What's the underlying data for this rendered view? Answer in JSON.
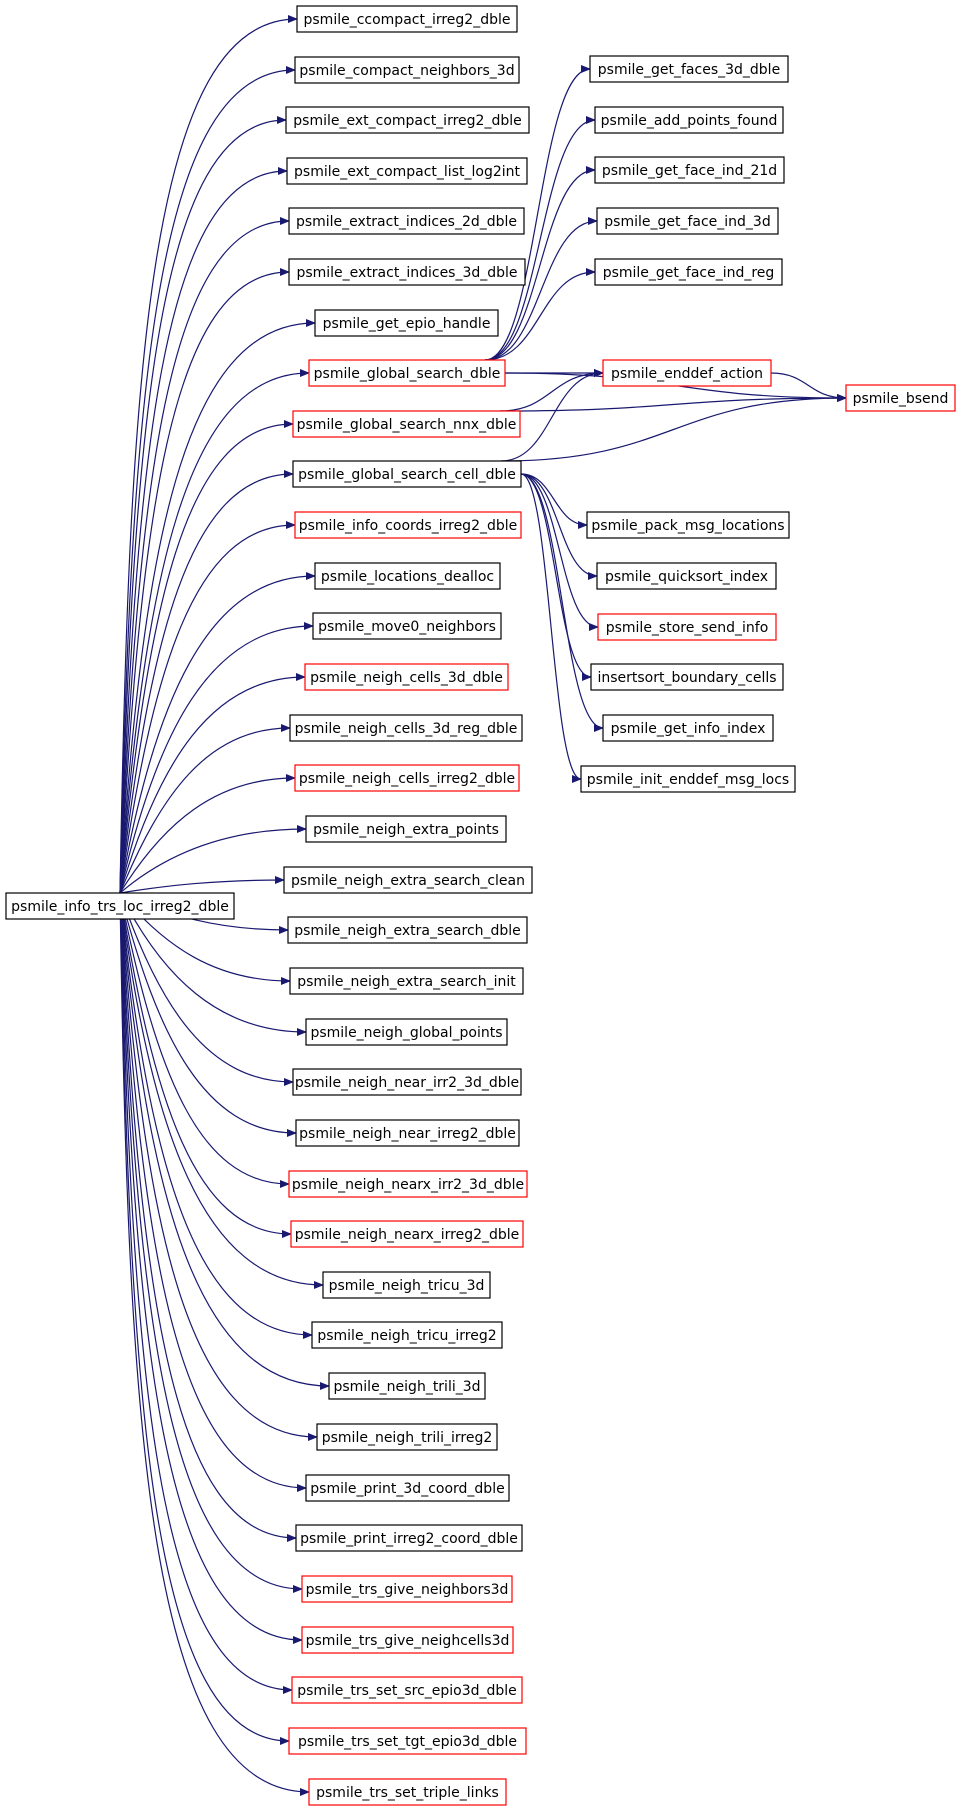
{
  "colors": {
    "edge": "#191970",
    "border_normal": "#000000",
    "border_truncated": "#ff0000",
    "root_fill": "#bfbfbf"
  },
  "nodes": {
    "root": {
      "label": "psmile_info_trs_loc_irreg2_dble",
      "style": "root"
    },
    "ccompact": {
      "label": "psmile_ccompact_irreg2_dble",
      "style": "normal"
    },
    "compact_nb": {
      "label": "psmile_compact_neighbors_3d",
      "style": "normal"
    },
    "ext_compact": {
      "label": "psmile_ext_compact_irreg2_dble",
      "style": "normal"
    },
    "ext_list": {
      "label": "psmile_ext_compact_list_log2int",
      "style": "normal"
    },
    "extract2d": {
      "label": "psmile_extract_indices_2d_dble",
      "style": "normal"
    },
    "extract3d": {
      "label": "psmile_extract_indices_3d_dble",
      "style": "normal"
    },
    "epio_handle": {
      "label": "psmile_get_epio_handle",
      "style": "normal"
    },
    "gsearch": {
      "label": "psmile_global_search_dble",
      "style": "truncated"
    },
    "gsearch_nnx": {
      "label": "psmile_global_search_nnx_dble",
      "style": "truncated"
    },
    "gsearch_cell": {
      "label": "psmile_global_search_cell_dble",
      "style": "normal"
    },
    "info_coords": {
      "label": "psmile_info_coords_irreg2_dble",
      "style": "truncated"
    },
    "loc_dealloc": {
      "label": "psmile_locations_dealloc",
      "style": "normal"
    },
    "move0": {
      "label": "psmile_move0_neighbors",
      "style": "normal"
    },
    "neigh_cells3d": {
      "label": "psmile_neigh_cells_3d_dble",
      "style": "truncated"
    },
    "neigh_cells3d_reg": {
      "label": "psmile_neigh_cells_3d_reg_dble",
      "style": "normal"
    },
    "neigh_cells_irr": {
      "label": "psmile_neigh_cells_irreg2_dble",
      "style": "truncated"
    },
    "extra_points": {
      "label": "psmile_neigh_extra_points",
      "style": "normal"
    },
    "extra_clean": {
      "label": "psmile_neigh_extra_search_clean",
      "style": "normal"
    },
    "extra_dble": {
      "label": "psmile_neigh_extra_search_dble",
      "style": "normal"
    },
    "extra_init": {
      "label": "psmile_neigh_extra_search_init",
      "style": "normal"
    },
    "global_points": {
      "label": "psmile_neigh_global_points",
      "style": "normal"
    },
    "near_irr2_3d": {
      "label": "psmile_neigh_near_irr2_3d_dble",
      "style": "normal"
    },
    "near_irreg2": {
      "label": "psmile_neigh_near_irreg2_dble",
      "style": "normal"
    },
    "nearx_irr2_3d": {
      "label": "psmile_neigh_nearx_irr2_3d_dble",
      "style": "truncated"
    },
    "nearx_irreg2": {
      "label": "psmile_neigh_nearx_irreg2_dble",
      "style": "truncated"
    },
    "tricu3d": {
      "label": "psmile_neigh_tricu_3d",
      "style": "normal"
    },
    "tricu_irr": {
      "label": "psmile_neigh_tricu_irreg2",
      "style": "normal"
    },
    "trili3d": {
      "label": "psmile_neigh_trili_3d",
      "style": "normal"
    },
    "trili_irr": {
      "label": "psmile_neigh_trili_irreg2",
      "style": "normal"
    },
    "print3d": {
      "label": "psmile_print_3d_coord_dble",
      "style": "normal"
    },
    "print_irr": {
      "label": "psmile_print_irreg2_coord_dble",
      "style": "normal"
    },
    "give_nb3d": {
      "label": "psmile_trs_give_neighbors3d",
      "style": "truncated"
    },
    "give_nc3d": {
      "label": "psmile_trs_give_neighcells3d",
      "style": "truncated"
    },
    "set_src": {
      "label": "psmile_trs_set_src_epio3d_dble",
      "style": "truncated"
    },
    "set_tgt": {
      "label": "psmile_trs_set_tgt_epio3d_dble",
      "style": "truncated"
    },
    "triple": {
      "label": "psmile_trs_set_triple_links",
      "style": "truncated"
    },
    "faces3d": {
      "label": "psmile_get_faces_3d_dble",
      "style": "normal"
    },
    "add_points": {
      "label": "psmile_add_points_found",
      "style": "normal"
    },
    "face21d": {
      "label": "psmile_get_face_ind_21d",
      "style": "normal"
    },
    "face3d": {
      "label": "psmile_get_face_ind_3d",
      "style": "normal"
    },
    "face_reg": {
      "label": "psmile_get_face_ind_reg",
      "style": "normal"
    },
    "enddef": {
      "label": "psmile_enddef_action",
      "style": "truncated"
    },
    "bsend": {
      "label": "psmile_bsend",
      "style": "truncated"
    },
    "pack_msg": {
      "label": "psmile_pack_msg_locations",
      "style": "normal"
    },
    "quicksort": {
      "label": "psmile_quicksort_index",
      "style": "normal"
    },
    "store_send": {
      "label": "psmile_store_send_info",
      "style": "truncated"
    },
    "insertsort": {
      "label": "insertsort_boundary_cells",
      "style": "normal"
    },
    "info_index": {
      "label": "psmile_get_info_index",
      "style": "normal"
    },
    "init_enddef": {
      "label": "psmile_init_enddef_msg_locs",
      "style": "normal"
    }
  },
  "edges": [
    [
      "root",
      "ccompact"
    ],
    [
      "root",
      "compact_nb"
    ],
    [
      "root",
      "ext_compact"
    ],
    [
      "root",
      "ext_list"
    ],
    [
      "root",
      "extract2d"
    ],
    [
      "root",
      "extract3d"
    ],
    [
      "root",
      "epio_handle"
    ],
    [
      "root",
      "gsearch"
    ],
    [
      "root",
      "gsearch_nnx"
    ],
    [
      "root",
      "gsearch_cell"
    ],
    [
      "root",
      "info_coords"
    ],
    [
      "root",
      "loc_dealloc"
    ],
    [
      "root",
      "move0"
    ],
    [
      "root",
      "neigh_cells3d"
    ],
    [
      "root",
      "neigh_cells3d_reg"
    ],
    [
      "root",
      "neigh_cells_irr"
    ],
    [
      "root",
      "extra_points"
    ],
    [
      "root",
      "extra_clean"
    ],
    [
      "root",
      "extra_dble"
    ],
    [
      "root",
      "extra_init"
    ],
    [
      "root",
      "global_points"
    ],
    [
      "root",
      "near_irr2_3d"
    ],
    [
      "root",
      "near_irreg2"
    ],
    [
      "root",
      "nearx_irr2_3d"
    ],
    [
      "root",
      "nearx_irreg2"
    ],
    [
      "root",
      "tricu3d"
    ],
    [
      "root",
      "tricu_irr"
    ],
    [
      "root",
      "trili3d"
    ],
    [
      "root",
      "trili_irr"
    ],
    [
      "root",
      "print3d"
    ],
    [
      "root",
      "print_irr"
    ],
    [
      "root",
      "give_nb3d"
    ],
    [
      "root",
      "give_nc3d"
    ],
    [
      "root",
      "set_src"
    ],
    [
      "root",
      "set_tgt"
    ],
    [
      "root",
      "triple"
    ],
    [
      "gsearch",
      "faces3d"
    ],
    [
      "gsearch",
      "add_points"
    ],
    [
      "gsearch",
      "face21d"
    ],
    [
      "gsearch",
      "face3d"
    ],
    [
      "gsearch",
      "face_reg"
    ],
    [
      "gsearch",
      "enddef"
    ],
    [
      "gsearch",
      "bsend"
    ],
    [
      "gsearch_nnx",
      "enddef"
    ],
    [
      "gsearch_nnx",
      "bsend"
    ],
    [
      "gsearch_cell",
      "enddef"
    ],
    [
      "gsearch_cell",
      "bsend"
    ],
    [
      "gsearch_cell",
      "pack_msg"
    ],
    [
      "gsearch_cell",
      "quicksort"
    ],
    [
      "gsearch_cell",
      "store_send"
    ],
    [
      "gsearch_cell",
      "insertsort"
    ],
    [
      "gsearch_cell",
      "info_index"
    ],
    [
      "gsearch_cell",
      "init_enddef"
    ],
    [
      "enddef",
      "bsend"
    ]
  ]
}
